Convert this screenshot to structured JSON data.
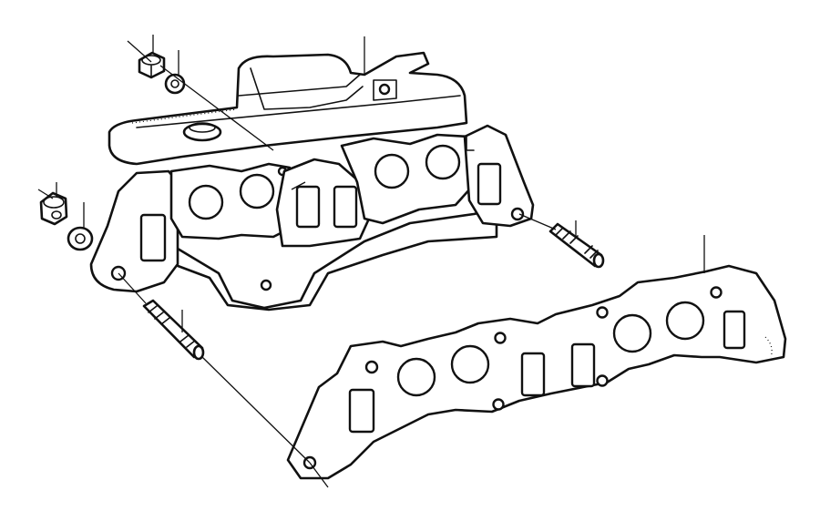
{
  "figure": {
    "background": "#ffffff",
    "ink_color": "#111111",
    "parts": [
      {
        "name": "intake-exhaust-manifold",
        "icon": "manifold-icon"
      },
      {
        "name": "manifold-gasket",
        "icon": "gasket-icon"
      },
      {
        "name": "stud",
        "icon": "stud-icon"
      },
      {
        "name": "nut",
        "icon": "nut-icon"
      },
      {
        "name": "washer",
        "icon": "washer-icon"
      }
    ]
  }
}
